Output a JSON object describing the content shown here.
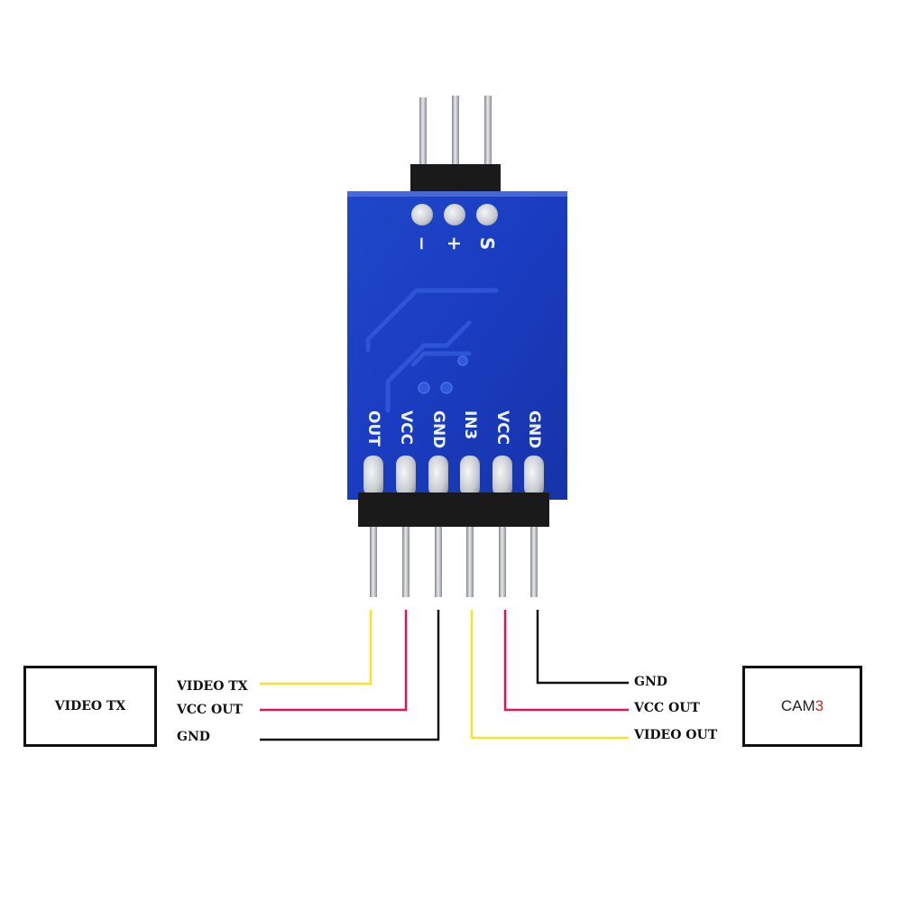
{
  "board": {
    "top_pin_labels": [
      "−",
      "+",
      "S"
    ],
    "bottom_pin_labels": [
      "OUT",
      "VCC",
      "GND",
      "IN3",
      "VCC",
      "GND"
    ]
  },
  "left_device": {
    "label": "VIDEO TX",
    "wires": [
      {
        "label": "VIDEO TX",
        "color": "#f4e52a"
      },
      {
        "label": "VCC OUT",
        "color": "#e0145a"
      },
      {
        "label": "GND",
        "color": "#111111"
      }
    ]
  },
  "right_device": {
    "label_text": "CAM",
    "label_number": "3",
    "wires": [
      {
        "label": "GND",
        "color": "#111111"
      },
      {
        "label": "VCC OUT",
        "color": "#e0145a"
      },
      {
        "label": "VIDEO OUT",
        "color": "#f4e52a"
      }
    ]
  },
  "colors": {
    "pcb_blue": "#1c3fbf",
    "header_black": "#1a1a1a",
    "pin_silver": "#b9bcc0",
    "silkscreen": "#eef2ff"
  }
}
